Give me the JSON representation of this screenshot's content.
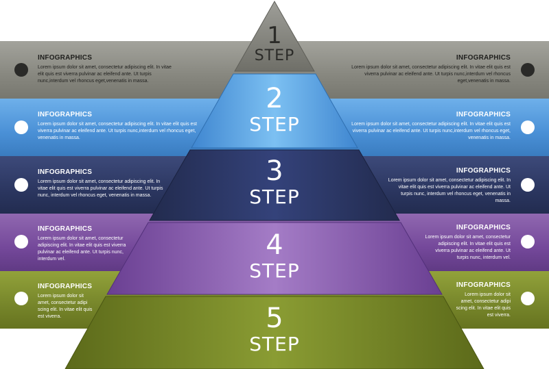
{
  "colors": {
    "gray": "#8e8e87",
    "blue": "#4a90d6",
    "navy": "#2e3a66",
    "purple": "#7a4d9a",
    "olive": "#7c8a2c"
  },
  "steps": [
    {
      "number": "1",
      "label": "STEP",
      "left": {
        "heading": "INFOGRAPHICS",
        "body": "Lorem ipsum dolor sit amet, consectetur adipiscing elit. In vitae elit quis est viverra pulvinar ac eleifend ante. Ut turpis nunc,interdum vel rhoncus eget,venenatis in massa."
      },
      "right": {
        "heading": "INFOGRAPHICS",
        "body": "Lorem ipsum dolor sit amet, consectetur adipiscing elit. In vitae elit quis est viverra pulvinar ac eleifend ante. Ut turpis nunc,interdum vel rhoncus eget,venenatis in massa."
      }
    },
    {
      "number": "2",
      "label": "STEP",
      "left": {
        "heading": "INFOGRAPHICS",
        "body": "Lorem ipsum dolor sit amet, consectetur adipiscing elit. In vitae elit quis est viverra pulvinar ac eleifend ante. Ut turpis nunc,interdum vel rhoncus eget, venenatis in massa."
      },
      "right": {
        "heading": "INFOGRAPHICS",
        "body": "Lorem ipsum dolor sit amet, consectetur adipiscing elit. In vitae elit quis est viverra pulvinar ac eleifend ante. Ut turpis nunc,interdum vel rhoncus eget, venenatis in massa."
      }
    },
    {
      "number": "3",
      "label": "STEP",
      "left": {
        "heading": "INFOGRAPHICS",
        "body": "Lorem ipsum dolor sit amet, consectetur adipiscing elit. In vitae elit quis est viverra pulvinar ac eleifend ante. Ut turpis nunc, interdum vel rhoncus eget, venenatis in massa."
      },
      "right": {
        "heading": "INFOGRAPHICS",
        "body": "Lorem ipsum dolor sit amet, consectetur adipiscing elit. In vitae elit quis est viverra pulvinar ac eleifend ante. Ut turpis nunc, interdum vel rhoncus eget, venenatis in massa."
      }
    },
    {
      "number": "4",
      "label": "STEP",
      "left": {
        "heading": "INFOGRAPHICS",
        "body": "Lorem ipsum dolor sit amet, consectetur adipiscing elit. In vitae elit quis est viverra pulvinar ac eleifend ante. Ut turpis nunc, interdum vel."
      },
      "right": {
        "heading": "INFOGRAPHICS",
        "body": "Lorem ipsum dolor sit amet, consectetur adipiscing elit. In vitae elit quis est viverra pulvinar ac eleifend ante. Ut turpis nunc, interdum vel."
      }
    },
    {
      "number": "5",
      "label": "STEP",
      "left": {
        "heading": "INFOGRAPHICS",
        "body": "Lorem ipsum dolor sit amet, consectetur adipi scing elit. In vitae elit quis est viverra."
      },
      "right": {
        "heading": "INFOGRAPHICS",
        "body": "Lorem ipsum dolor sit amet, consectetur adipi scing elit. In vitae elit quis est viverra."
      }
    }
  ]
}
